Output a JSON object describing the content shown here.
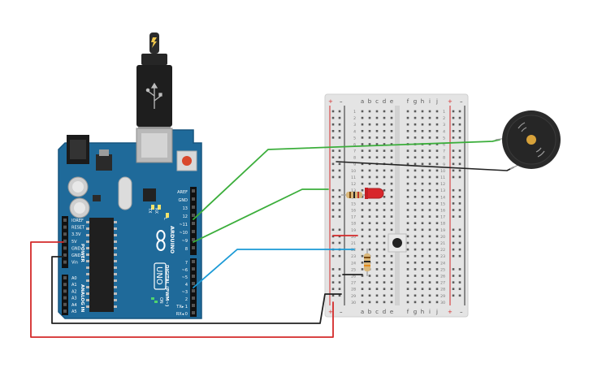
{
  "canvas": {
    "background": "#ffffff"
  },
  "arduino": {
    "brand": "ARDUINO",
    "model": "UNO",
    "power_header_title": "POWER",
    "analog_header_title": "ANALOG IN",
    "digital_header_title": "DIGITAL (PWM~)",
    "power_pins": [
      "IOREF",
      "RESET",
      "3.3V",
      "5V",
      "GND",
      "GND",
      "Vin"
    ],
    "analog_pins": [
      "A0",
      "A1",
      "A2",
      "A3",
      "A4",
      "A5"
    ],
    "digital_pins_upper": [
      "AREF",
      "GND",
      "13",
      "12",
      "~11",
      "~10",
      "~9",
      "8"
    ],
    "digital_pins_lower": [
      "7",
      "~6",
      "~5",
      "4",
      "~3",
      "2",
      "TX▸ 1",
      "RX◂ 0"
    ],
    "led_labels": [
      "TX",
      "RX",
      "L"
    ],
    "on_label": "ON",
    "board_color": "#1f6a9a",
    "board_edge_color": "#16557f"
  },
  "breadboard": {
    "column_letters_left": [
      "a",
      "b",
      "c",
      "d",
      "e"
    ],
    "column_letters_right": [
      "f",
      "g",
      "h",
      "i",
      "j"
    ],
    "plus_symbol": "+",
    "minus_symbol": "–",
    "row_numbers": [
      "1",
      "2",
      "3",
      "4",
      "5",
      "6",
      "7",
      "8",
      "9",
      "10",
      "11",
      "12",
      "13",
      "14",
      "15",
      "16",
      "17",
      "18",
      "19",
      "20",
      "21",
      "22",
      "23",
      "24",
      "25",
      "26",
      "27",
      "28",
      "29",
      "30"
    ]
  },
  "colors": {
    "wire_green": "#3bae3b",
    "wire_blue": "#1b9ad6",
    "wire_red": "#d42a2a",
    "wire_black": "#222222",
    "led_red": "#d8262b",
    "buzzer_body": "#2a2a2a",
    "buzzer_center": "#d8a23a"
  }
}
